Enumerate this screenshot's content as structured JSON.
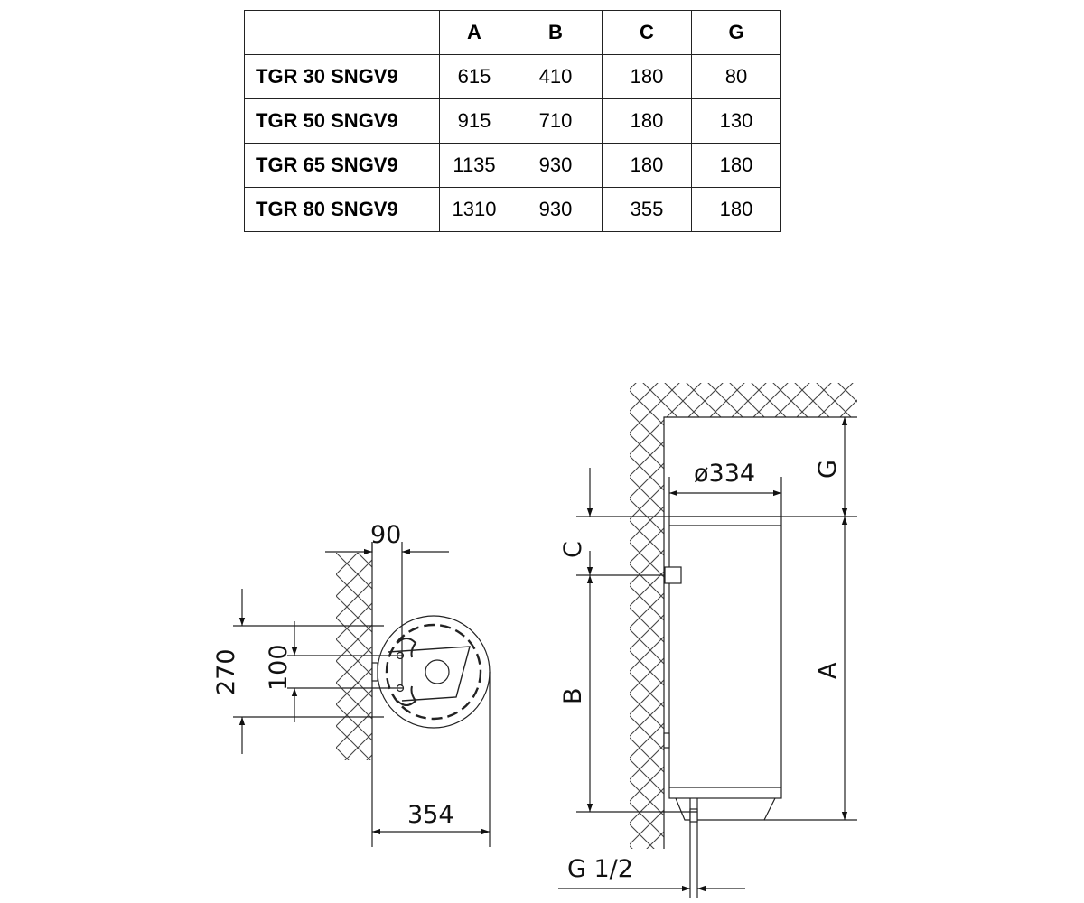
{
  "table": {
    "headers": [
      "",
      "A",
      "B",
      "C",
      "G"
    ],
    "rows": [
      {
        "model": "TGR 30 SNGV9",
        "values": [
          "615",
          "410",
          "180",
          "80"
        ]
      },
      {
        "model": "TGR 50 SNGV9",
        "values": [
          "915",
          "710",
          "180",
          "130"
        ]
      },
      {
        "model": "TGR 65 SNGV9",
        "values": [
          "1135",
          "930",
          "180",
          "180"
        ]
      },
      {
        "model": "TGR 80 SNGV9",
        "values": [
          "1310",
          "930",
          "355",
          "180"
        ]
      }
    ]
  },
  "top_view": {
    "offset_label": "90",
    "outer_height_label": "270",
    "inner_height_label": "100",
    "depth_label": "354"
  },
  "side_view": {
    "diameter_label": "ø334",
    "label_g": "G",
    "label_c": "C",
    "label_a": "A",
    "label_b": "B",
    "pipe_label": "G 1/2"
  },
  "colors": {
    "line": "#222222",
    "hatch": "#444444"
  }
}
